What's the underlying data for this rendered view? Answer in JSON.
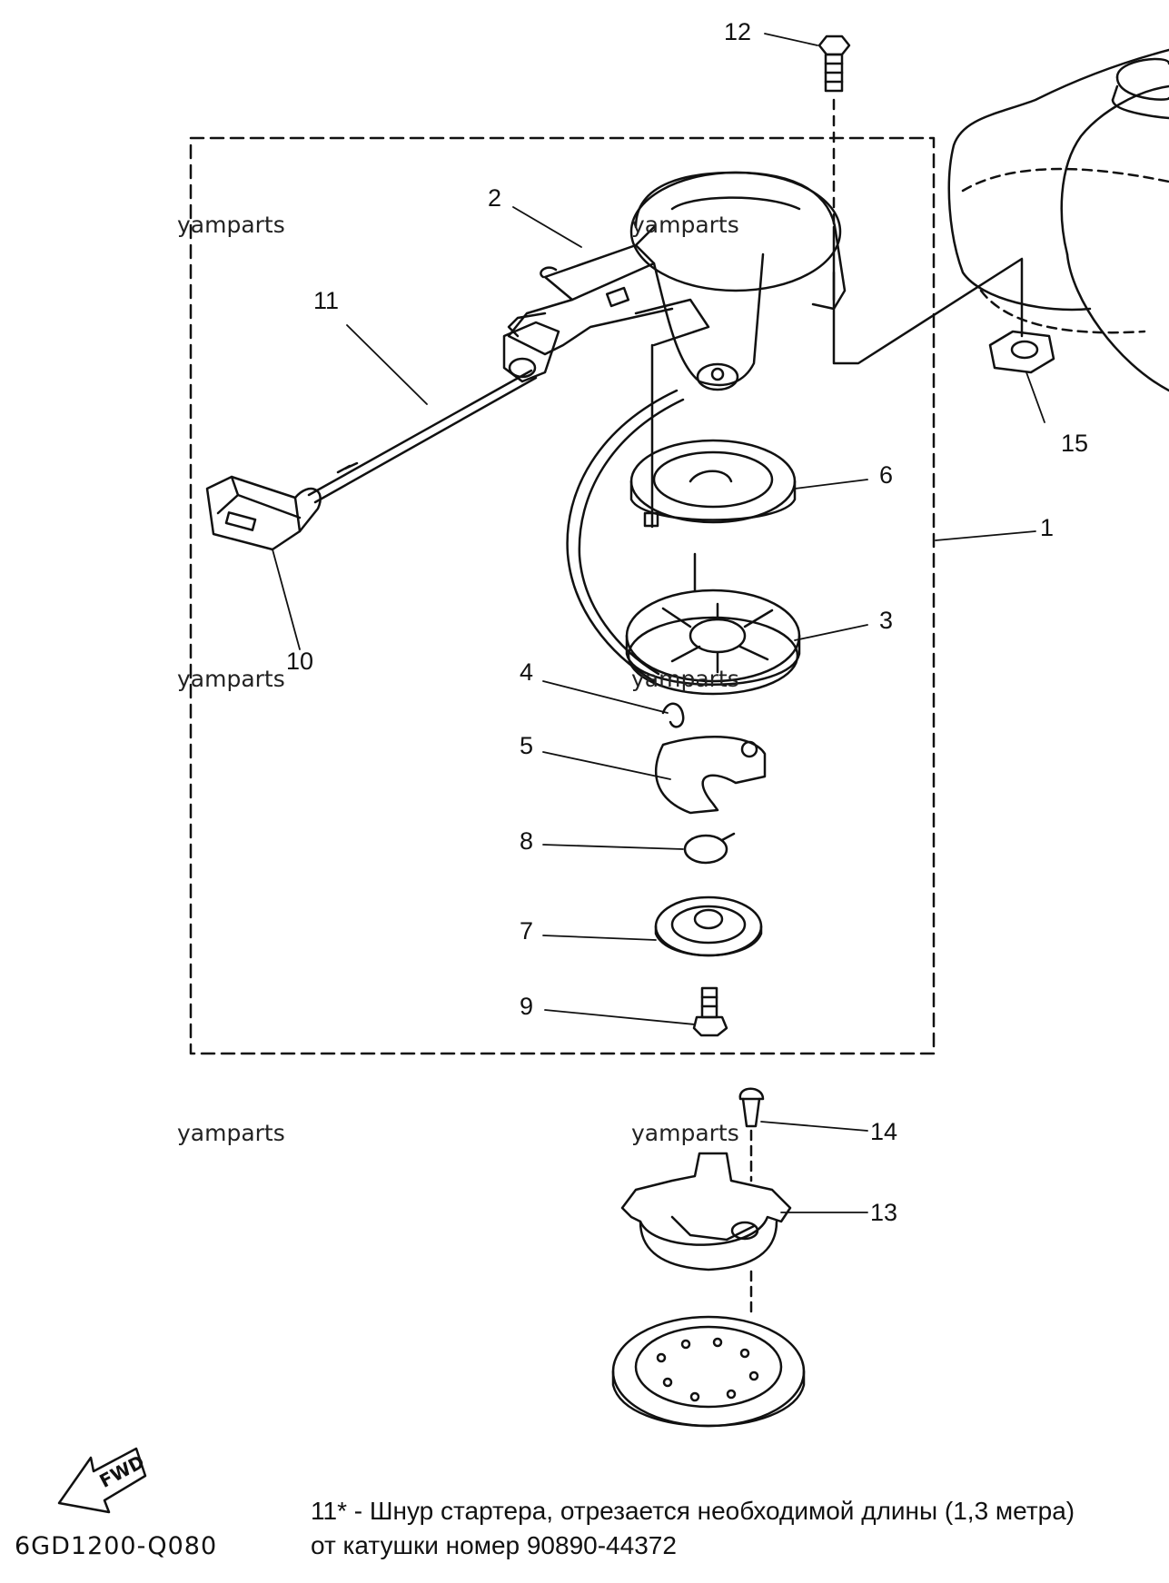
{
  "callouts": {
    "p1": "1",
    "p2": "2",
    "p3": "3",
    "p4": "4",
    "p5": "5",
    "p6": "6",
    "p7": "7",
    "p8": "8",
    "p9": "9",
    "p10": "10",
    "p11": "11",
    "p12": "12",
    "p13": "13",
    "p14": "14",
    "p15": "15"
  },
  "watermark": "yamparts",
  "fwd_label": "FWD",
  "diagram_code": "6GD1200-Q080",
  "note": {
    "line1": "11* - Шнур стартера, отрезается необходимой длины (1,3 метра)",
    "line2": "от катушки номер 90890-44372"
  }
}
